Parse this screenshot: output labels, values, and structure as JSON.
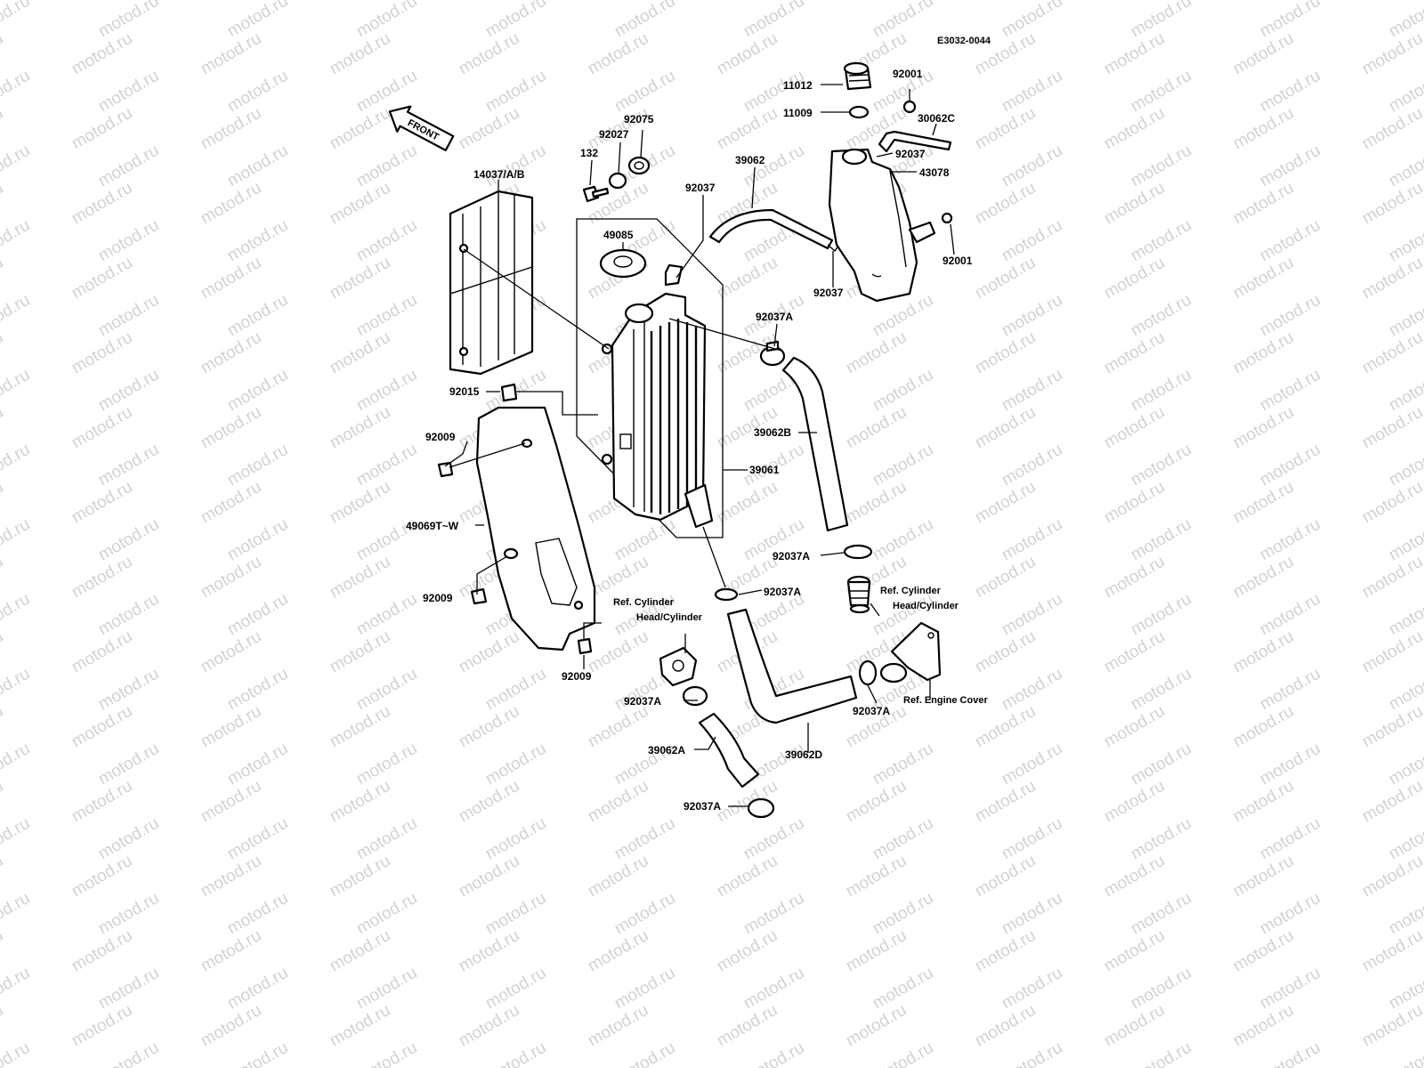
{
  "diagram_code": "E3032-0044",
  "front_label": "FRONT",
  "watermark_text": "motod.ru",
  "labels": {
    "p11012": "11012",
    "p92001_top": "92001",
    "p11009": "11009",
    "p30062C": "30062C",
    "p92037_tank": "92037",
    "p43078": "43078",
    "p92001_right": "92001",
    "p92037_mid": "92037",
    "p92075": "92075",
    "p92027": "92027",
    "p132": "132",
    "p39062": "39062",
    "p92037_upper": "92037",
    "p14037": "14037/A/B",
    "p49085": "49085",
    "p92037A_1": "92037A",
    "p92015": "92015",
    "p39062B": "39062B",
    "p92009_1": "92009",
    "p39061": "39061",
    "p49069": "49069T~W",
    "p92037A_2": "92037A",
    "p92037A_3": "92037A",
    "p92009_2": "92009",
    "p92009_3": "92009",
    "p92037A_4": "92037A",
    "p92037A_5": "92037A",
    "p39062A": "39062A",
    "p39062D": "39062D",
    "p92037A_6": "92037A"
  },
  "ref_notes": {
    "left_line1": "Ref. Cylinder",
    "left_line2": "Head/Cylinder",
    "right_line1": "Ref. Cylinder",
    "right_line2": "Head/Cylinder",
    "engine_cover": "Ref. Engine Cover"
  }
}
